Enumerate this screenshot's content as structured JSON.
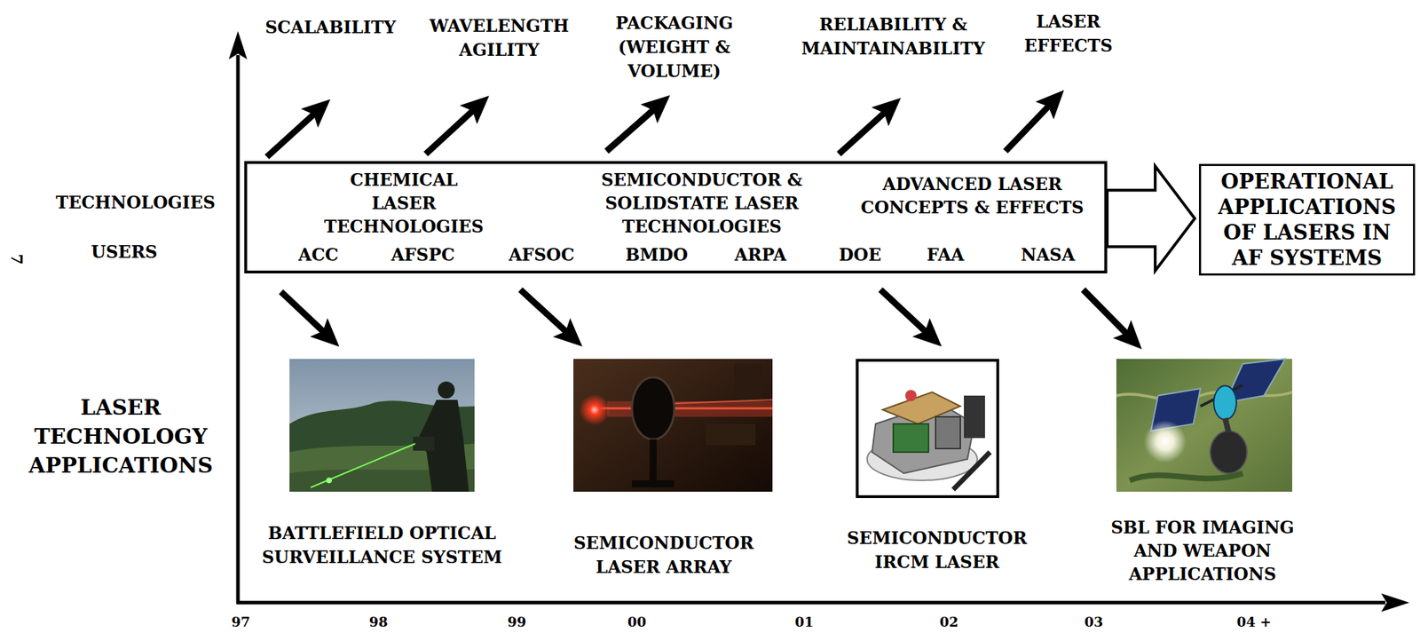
{
  "diagram": {
    "nodes": [
      {
        "text": [
          "CHEMICAL LASER TECHNOLOGIES",
          "SEMICONDUCTOR & SOLIDSTATE LASER TECHNOLOGIES",
          "ADVANCED LASER CONCEPTS & EFFECTS",
          "ACC",
          "AFSPC",
          "AFSOC",
          "BMDO",
          "ARPA",
          "DOE",
          "FAA",
          "NASA"
        ]
      },
      {
        "text": [
          "OPERATIONAL APPLICATIONS OF LASERS IN AF SYSTEMS"
        ]
      }
    ],
    "edges": [
      {
        "from": 0,
        "to": 1,
        "arrow": "to"
      }
    ],
    "labels": [
      "SCALABILITY",
      "WAVELENGTH AGILITY",
      "PACKAGING (WEIGHT & VOLUME)",
      "RELIABILITY & MAINTAINABILITY",
      "LASER EFFECTS",
      "TECHNOLOGIES",
      "USERS",
      "7",
      "LASER TECHNOLOGY APPLICATIONS",
      "BATTLEFIELD OPTICAL SURVEILLANCE SYSTEM",
      "SEMICONDUCTOR LASER ARRAY",
      "SEMICONDUCTOR IRCM LASER",
      "SBL FOR IMAGING AND WEAPON APPLICATIONS",
      "97",
      "98",
      "99",
      "00",
      "01",
      "02",
      "03",
      "04 +"
    ]
  }
}
